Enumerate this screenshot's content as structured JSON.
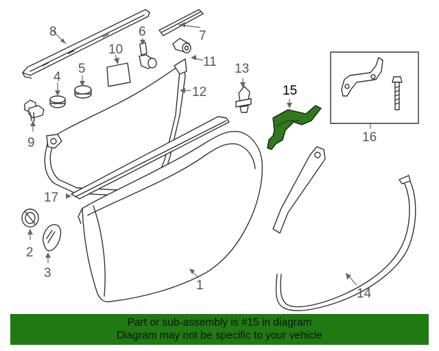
{
  "callouts": {
    "c1": "1",
    "c2": "2",
    "c3": "3",
    "c4": "4",
    "c5": "5",
    "c6": "6",
    "c7": "7",
    "c8": "8",
    "c9": "9",
    "c10": "10",
    "c11": "11",
    "c12": "12",
    "c13": "13",
    "c14": "14",
    "c15": "15",
    "c16": "16",
    "c17": "17"
  },
  "highlight_part": "15",
  "highlight_color": "#2f7a1b",
  "banner": {
    "line1": "Part or sub-assembly is #15 in diagram",
    "line2": "Diagram may not be specific to your vehicle",
    "background": "#1f7a12"
  }
}
